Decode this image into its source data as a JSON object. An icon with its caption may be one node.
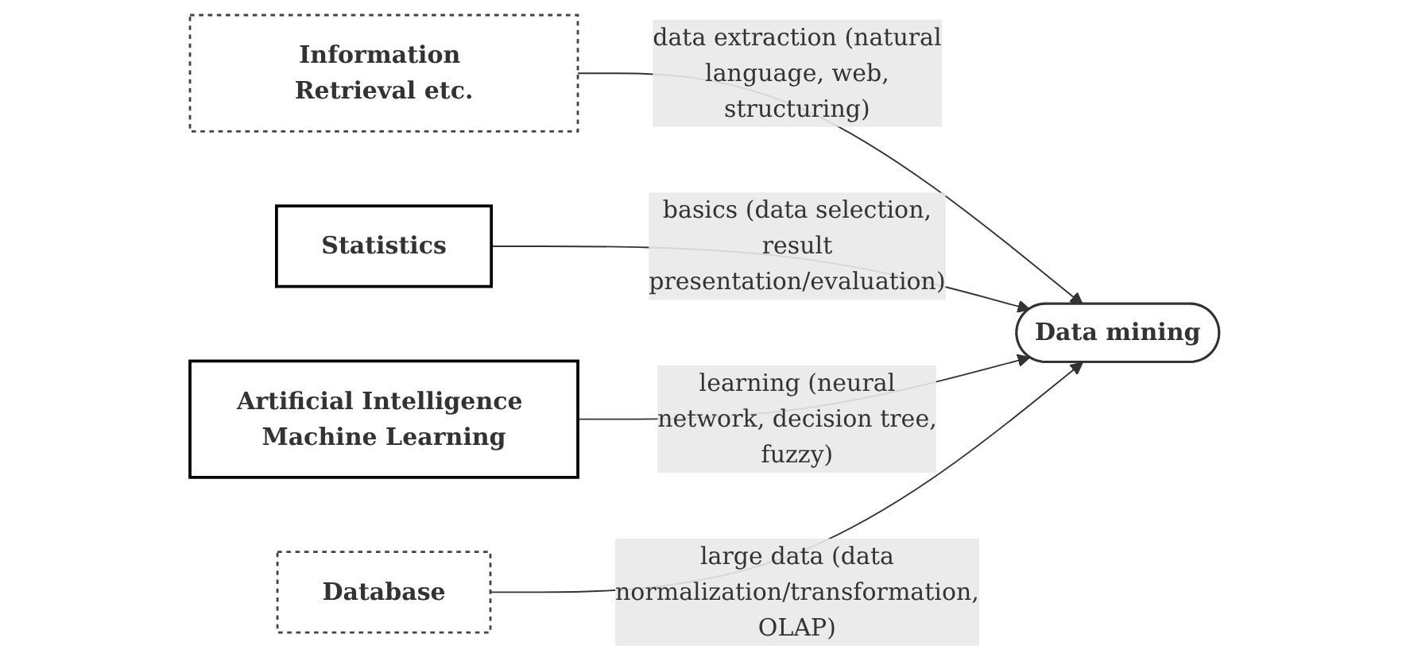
{
  "diagram": {
    "nodes": [
      {
        "text": [
          "Information Retrieval etc."
        ]
      },
      {
        "text": [
          "Statistics"
        ]
      },
      {
        "text": [
          "Data mining"
        ]
      },
      {
        "text": [
          "Artificial Intelligence Machine Learning"
        ]
      },
      {
        "text": [
          "Database"
        ]
      }
    ],
    "edges": [
      {
        "from": 0,
        "to": 2,
        "arrow": "to",
        "label": "data extraction (natural language, web, structuring)"
      },
      {
        "from": 1,
        "to": 2,
        "arrow": "to",
        "label": "basics (data selection, result presentation/evaluation)"
      },
      {
        "from": 3,
        "to": 2,
        "arrow": "to",
        "label": "learning (neural network, decision tree, fuzzy)"
      },
      {
        "from": 4,
        "to": 2,
        "arrow": "to",
        "label": "large data (data normalization/transformation, OLAP)"
      }
    ]
  }
}
